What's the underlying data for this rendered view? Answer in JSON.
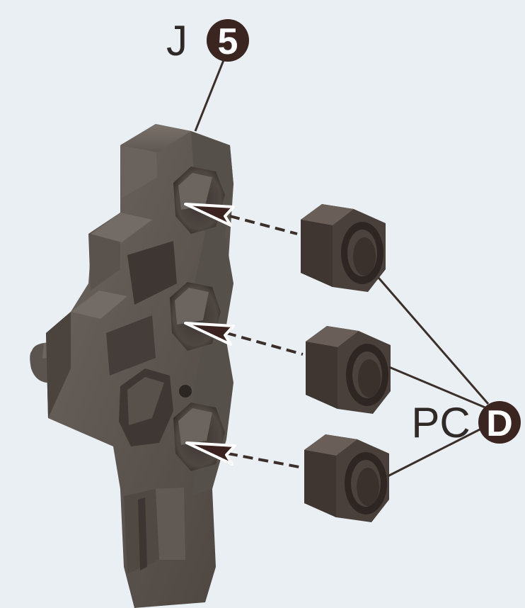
{
  "colors": {
    "background": "#e9eff2",
    "part_dark": "#4a433e",
    "part_mid": "#5c544f",
    "part_light": "#6d655f",
    "part_shadow": "#332d2a",
    "badge": "#3a2520",
    "leader_line": "#3a2f2b"
  },
  "callouts": {
    "runner_letter": "J",
    "runner_number": "5",
    "parts_prefix": "PC",
    "parts_letter": "D"
  },
  "icons": {
    "arrow": "arrow-left-icon",
    "badge": "circle-badge-icon"
  }
}
